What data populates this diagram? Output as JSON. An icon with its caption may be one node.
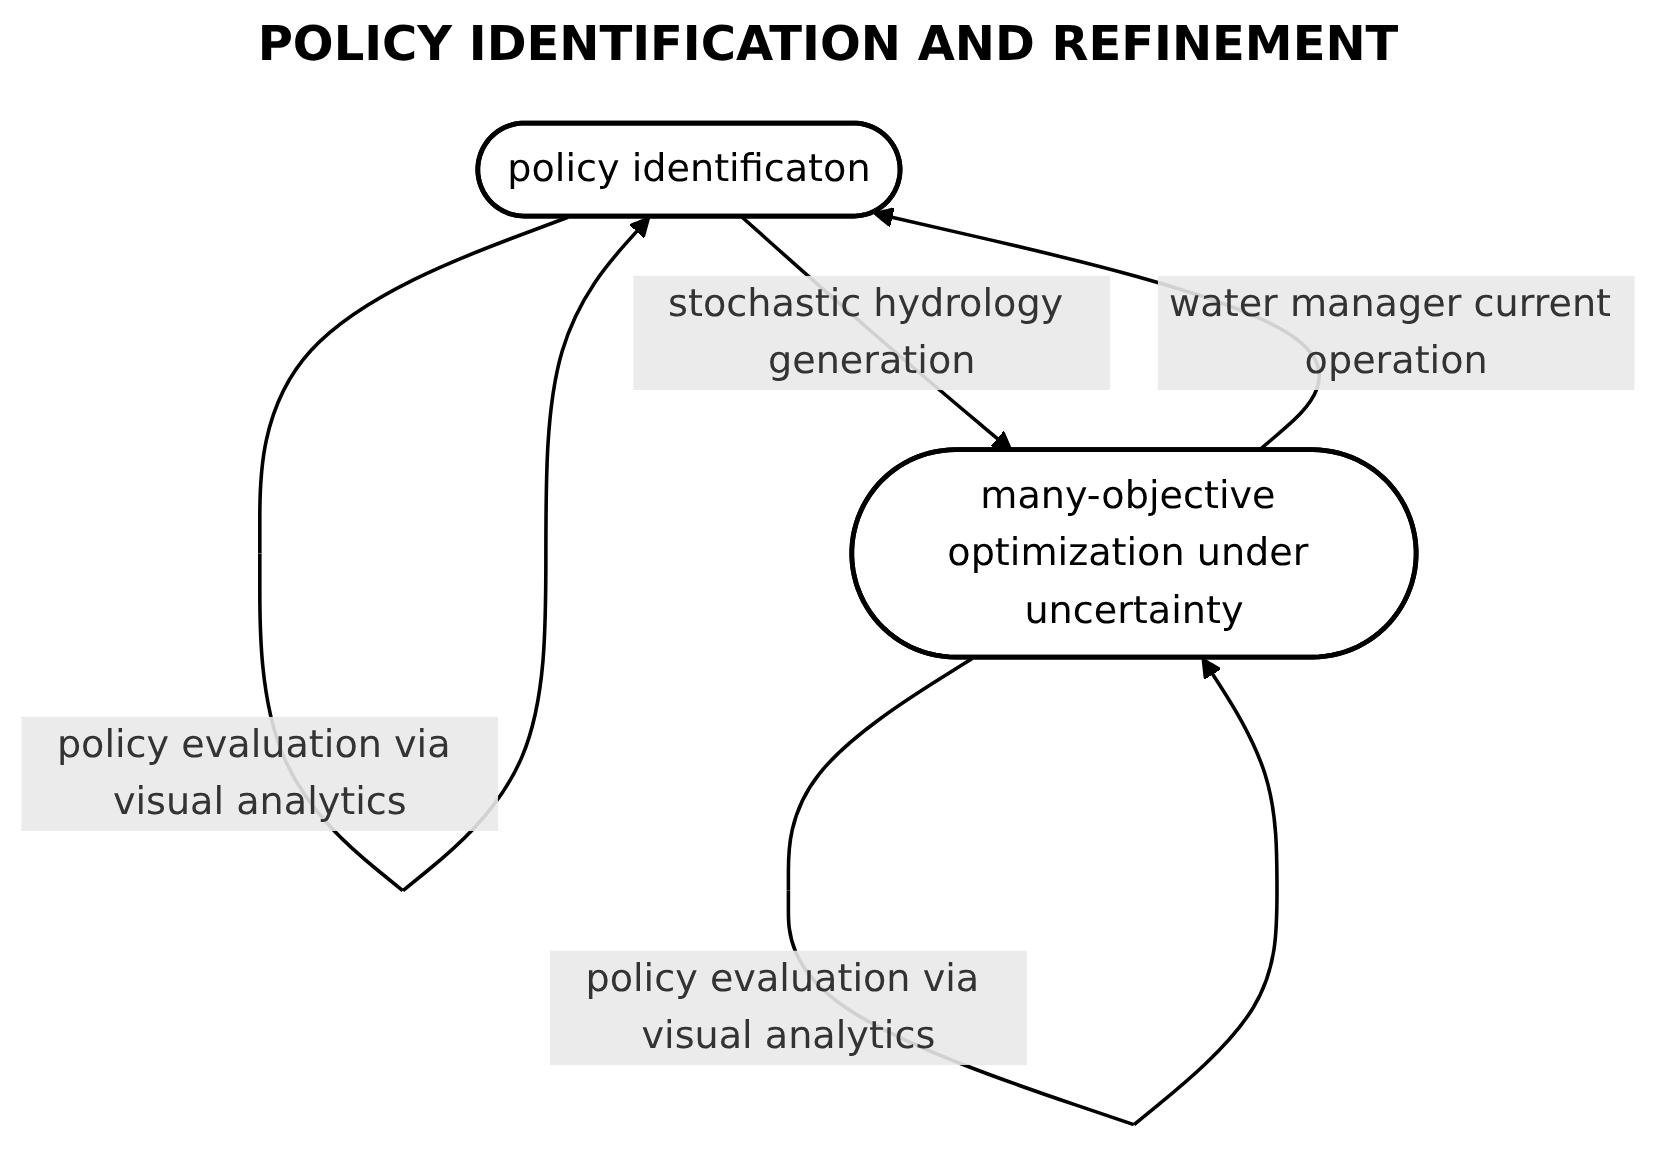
{
  "diagram": {
    "title": "POLICY IDENTIFICATION AND REFINEMENT",
    "nodes": [
      {
        "text": [
          "policy identificaton"
        ]
      },
      {
        "text": [
          "many-objective optimization under uncertainty"
        ]
      }
    ],
    "edges": [
      {
        "from": 0,
        "to": 0,
        "arrow": "to",
        "label": "policy evaluation via visual analytics"
      },
      {
        "from": 0,
        "to": 1,
        "arrow": "to",
        "label": "stochastic hydrology generation"
      },
      {
        "from": 1,
        "to": 1,
        "arrow": "to",
        "label": "policy evaluation via visual analytics"
      },
      {
        "from": 1,
        "to": 0,
        "arrow": "to",
        "label": "water manager current operation"
      }
    ]
  }
}
